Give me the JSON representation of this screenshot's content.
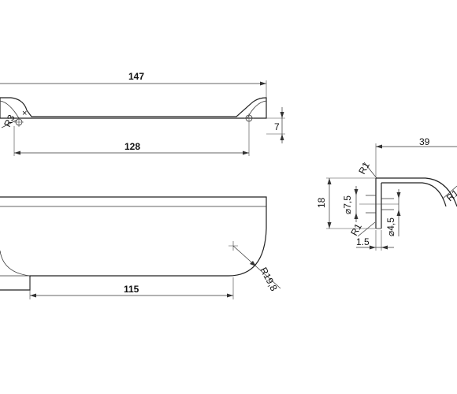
{
  "top_view": {
    "overall_length": "147",
    "hole_spacing": "128",
    "end_radius": "R3",
    "height": "7"
  },
  "front_view": {
    "bottom_length": "115",
    "corner_radius": "R19,8"
  },
  "side_view": {
    "depth": "39",
    "height": "18",
    "top_radius": "R1",
    "bottom_radius": "R1",
    "outer_radius": "R1",
    "large_bore": "⌀7,5",
    "small_bore": "⌀4,5",
    "wall": "1.5"
  }
}
